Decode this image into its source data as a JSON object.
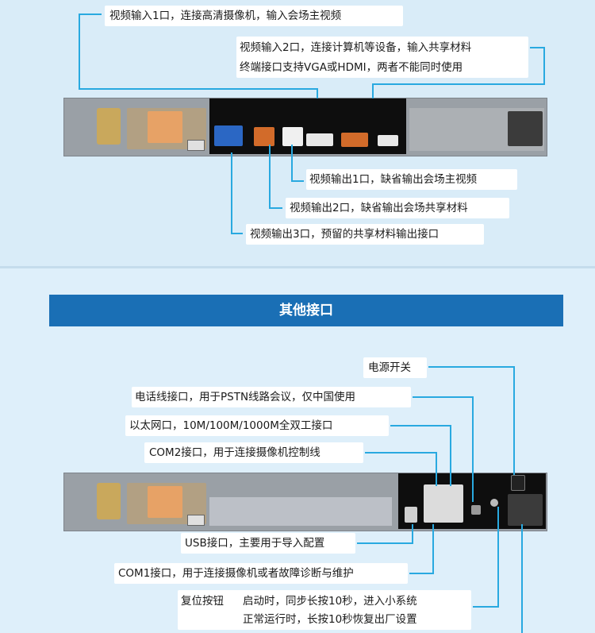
{
  "video_section": {
    "input1": "视频输入1口，连接高清摄像机，输入会场主视频",
    "input2_line1": "视频输入2口，连接计算机等设备，输入共享材料",
    "input2_line2": "终端接口支持VGA或HDMI，两者不能同时使用",
    "output1": "视频输出1口，缺省输出会场主视频",
    "output2": "视频输出2口，缺省输出会场共享材料",
    "output3": "视频输出3口，预留的共享材料输出接口"
  },
  "other_section": {
    "banner_title": "其他接口",
    "power": "电源开关",
    "phone": "电话线接口，用于PSTN线路会议，仅中国使用",
    "ethernet": "以太网口，10M/100M/1000M全双工接口",
    "com2": "COM2接口，用于连接摄像机控制线",
    "usb": "USB接口，主要用于导入配置",
    "com1": "COM1接口，用于连接摄像机或者故障诊断与维护",
    "reset_title": "复位按钮",
    "reset_line1": "启动时，同步长按10秒，进入小系统",
    "reset_line2": "正常运行时，长按10秒恢复出厂设置"
  },
  "colors": {
    "callout_line": "#29a9e0",
    "banner": "#1a6fb5",
    "device_body": "#9aa0a6",
    "highlight_panel": "#0e0e0e"
  }
}
